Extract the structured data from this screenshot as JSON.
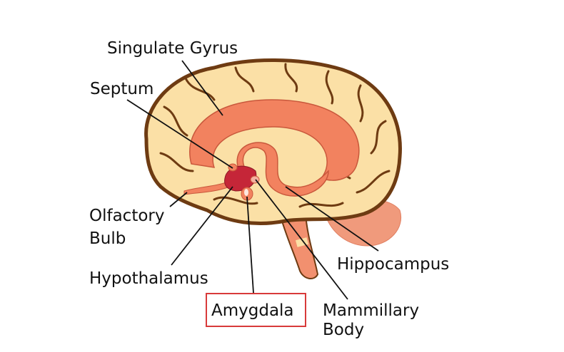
{
  "labels": {
    "singulate_gyrus": "Singulate Gyrus",
    "septum": "Septum",
    "olfactory_bulb_line1": "Olfactory",
    "olfactory_bulb_line2": "Bulb",
    "hypothalamus": "Hypothalamus",
    "amygdala": "Amygdala",
    "mammillary_body_line1": "Mammillary",
    "mammillary_body_line2": "Body",
    "hippocampus": "Hippocampus"
  },
  "highlighted_label": "Amygdala",
  "colors": {
    "brain_fill": "#fbe0a6",
    "brain_outline": "#6e3b12",
    "limbic": "#f2825f",
    "hypothalamus": "#c52638",
    "cerebellum": "#f09a7c",
    "highlight_box": "#d83a3a"
  }
}
